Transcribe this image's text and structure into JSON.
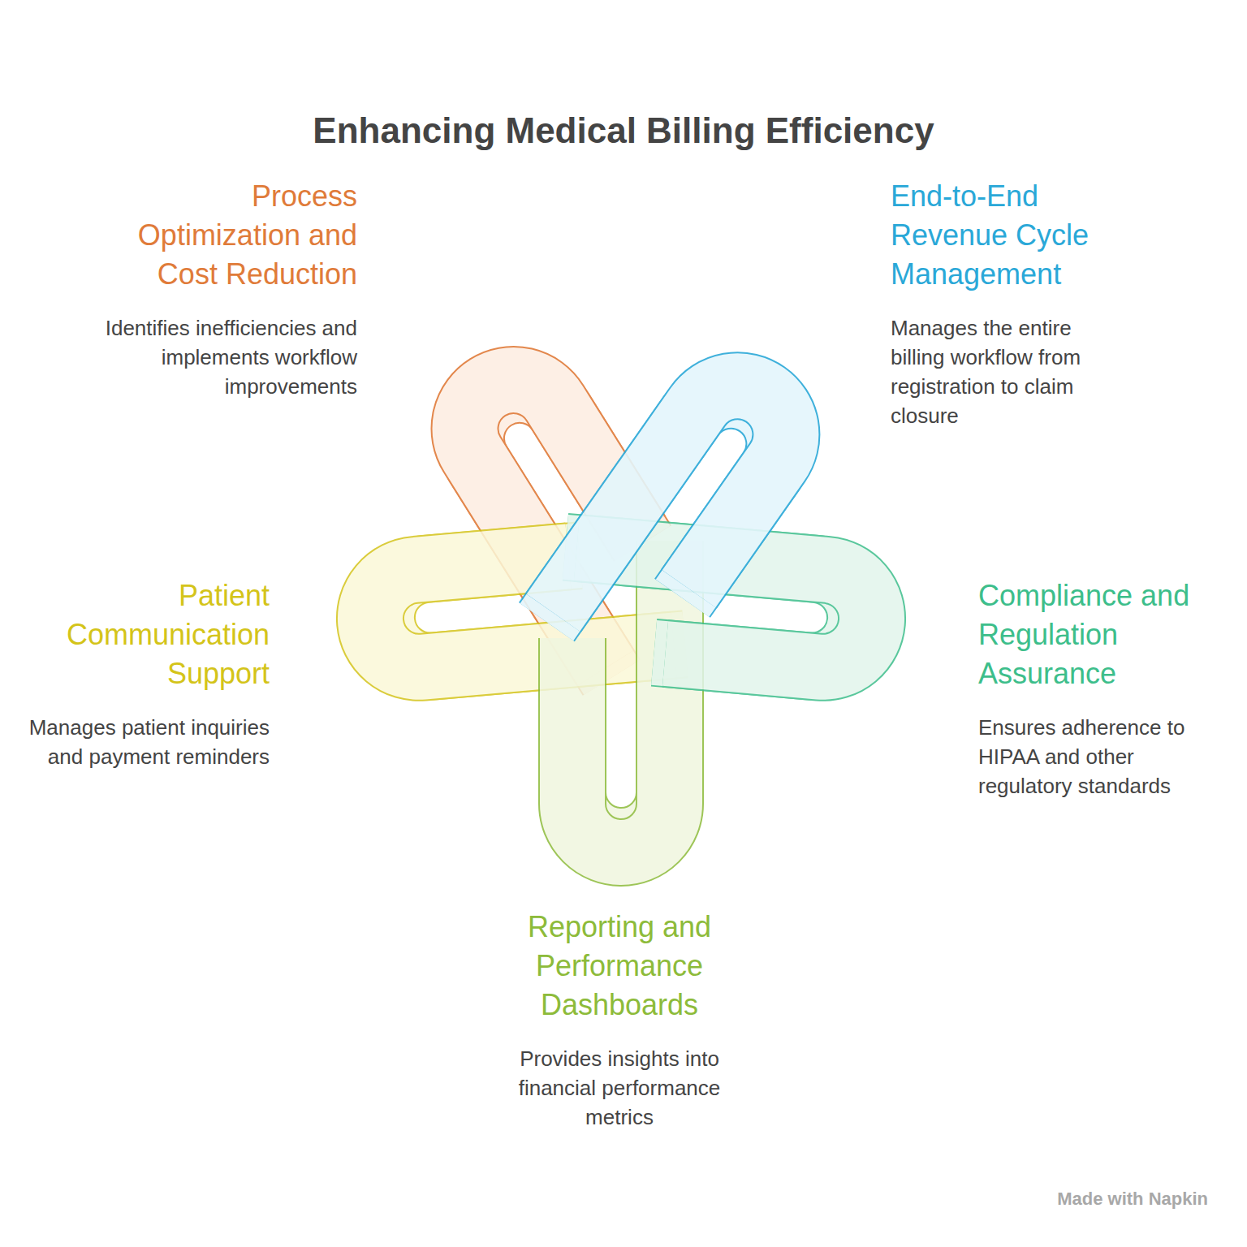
{
  "diagram": {
    "title": "Enhancing Medical Billing Efficiency",
    "nodes": [
      {
        "text": [
          "Process Optimization and Cost Reduction",
          "Identifies inefficiencies and implements workflow improvements"
        ]
      },
      {
        "text": [
          "End-to-End Revenue Cycle Management",
          "Manages the entire billing workflow from registration to claim closure"
        ]
      },
      {
        "text": [
          "Patient Communication Support",
          "Manages patient inquiries and payment reminders"
        ]
      },
      {
        "text": [
          "Compliance and Regulation Assurance",
          "Ensures adherence to HIPAA and other regulatory standards"
        ]
      },
      {
        "text": [
          "Reporting and Performance Dashboards",
          "Provides insights into financial performance metrics"
        ]
      }
    ],
    "labels": [
      "Made with Napkin"
    ]
  }
}
